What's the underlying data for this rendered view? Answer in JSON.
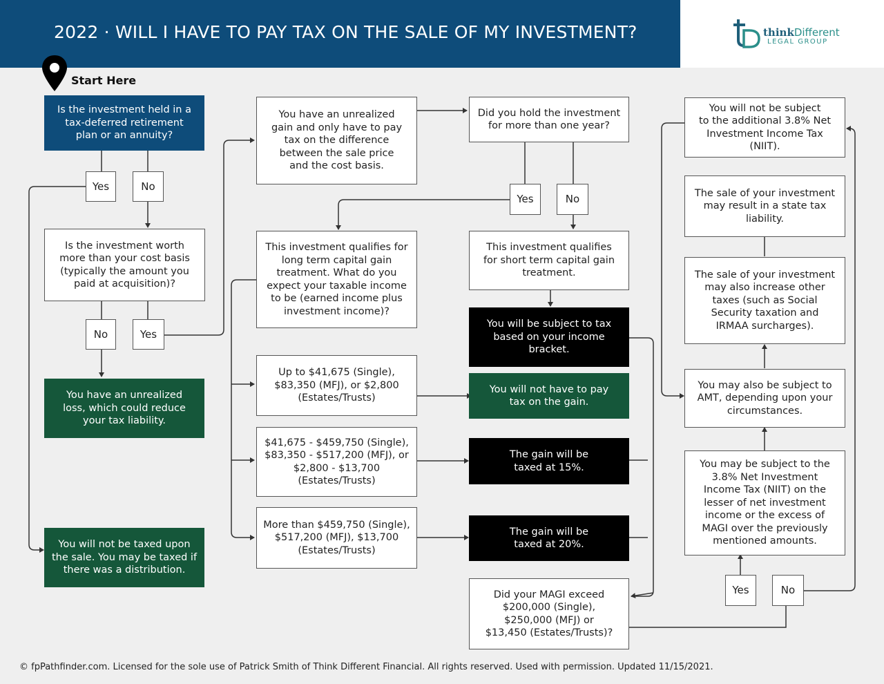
{
  "header": {
    "title": "2022 · WILL I HAVE TO PAY TAX ON THE SALE OF MY INVESTMENT?",
    "accent_color": "#0e4c7a"
  },
  "logo": {
    "name_part1": "think",
    "name_part2": "Different",
    "subtitle": "LEGAL GROUP",
    "icon": "td-monogram-logo"
  },
  "start": {
    "label": "Start Here",
    "icon": "location-pin-icon"
  },
  "nodes": {
    "q_retirement": "Is the investment held in a\ntax-deferred retirement\nplan or an annuity?",
    "yes1": "Yes",
    "no1": "No",
    "q_worth_more": "Is the investment worth\nmore than your cost basis\n(typically the amount you\npaid at acquisition)?",
    "no2": "No",
    "yes2": "Yes",
    "r_unrealized_loss": "You have an unrealized\nloss, which could reduce\nyour tax liability.",
    "r_not_taxed": "You will not be taxed upon\nthe sale. You may be taxed if\nthere was a distribution.",
    "i_unrealized_gain": "You have an unrealized\ngain and only have to pay\ntax on the difference\nbetween the sale price\nand the cost basis.",
    "i_long_term": "This investment qualifies for\nlong term capital gain\ntreatment. What do you\nexpect your taxable income\nto be (earned income plus\ninvestment income)?",
    "b_low": "Up to $41,675 (Single),\n$83,350 (MFJ), or $2,800\n(Estates/Trusts)",
    "b_mid": "$41,675 - $459,750 (Single),\n$83,350 - $517,200 (MFJ), or\n$2,800 - $13,700\n(Estates/Trusts)",
    "b_high": "More than $459,750 (Single),\n$517,200 (MFJ), $13,700\n(Estates/Trusts)",
    "q_one_year": "Did you hold the investment\nfor more than one year?",
    "yes3": "Yes",
    "no3": "No",
    "i_short_term": "This investment qualifies\nfor short term capital gain\ntreatment.",
    "r_income_bracket": "You will be subject to tax\nbased on your income\nbracket.",
    "r_no_tax": "You will not have to pay\ntax on the gain.",
    "r_15": "The gain will be\ntaxed at 15%.",
    "r_20": "The gain will be\ntaxed at 20%.",
    "q_magi": "Did your MAGI exceed\n$200,000 (Single),\n$250,000 (MFJ) or\n$13,450 (Estates/Trusts)?",
    "yes4": "Yes",
    "no4": "No",
    "i_niit": "You may be subject to the\n3.8% Net Investment\nIncome Tax (NIIT) on the\nlesser of net investment\nincome or the excess of\nMAGI over the previously\nmentioned amounts.",
    "i_not_niit": "You will not be subject\nto the additional 3.8% Net\nInvestment Income Tax (NIIT).",
    "i_amt": "You may also be subject to\nAMT, depending upon your\ncircumstances.",
    "i_other_taxes": "The sale of your investment\nmay also increase other\ntaxes (such as Social\nSecurity taxation and\nIRMAA surcharges).",
    "i_state_tax": "The sale of your investment\nmay result in a state tax\nliability."
  },
  "colors": {
    "question_blue": "#0e4c7a",
    "outcome_green": "#15573a",
    "outcome_black": "#000000"
  },
  "footer": {
    "text": "© fpPathfinder.com. Licensed for the sole use of Patrick Smith of Think Different Financial. All rights reserved. Used with permission. Updated 11/15/2021."
  }
}
